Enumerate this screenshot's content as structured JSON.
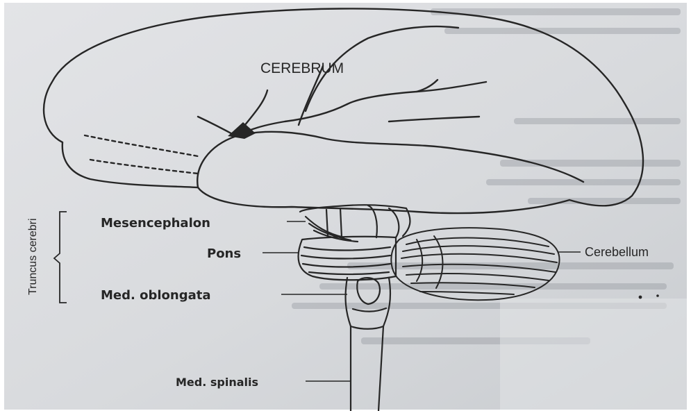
{
  "diagram": {
    "labels": {
      "cerebrum": "CEREBRUM",
      "mesencephalon": "Mesencephalon",
      "pons": "Pons",
      "cerebellum": "Cerebellum",
      "med_oblongata": "Med. oblongata",
      "med_spinalis": "Med. spinalis",
      "truncus_cerebri": "Truncus cerebri"
    },
    "colors": {
      "paper": "#d9dbdf",
      "ink": "#262626",
      "bleed_text": "#8a8e95",
      "frame": "#ffffff"
    }
  }
}
